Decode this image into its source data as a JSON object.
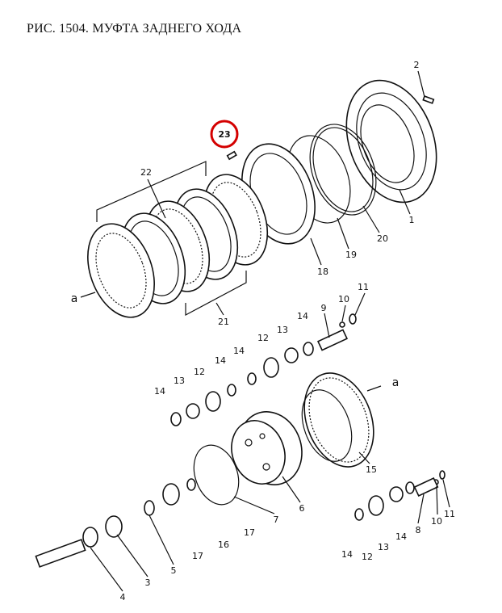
{
  "title": "РИС. 1504. МУФТА ЗАДНЕГО ХОДА",
  "highlight_color": "#d40000",
  "callouts": [
    "2",
    "23",
    "22",
    "1",
    "20",
    "19",
    "18",
    "a",
    "21",
    "9",
    "10",
    "11",
    "14",
    "13",
    "12",
    "14",
    "14",
    "12",
    "13",
    "14",
    "a",
    "15",
    "6",
    "7",
    "17",
    "16",
    "17",
    "5",
    "3",
    "4",
    "8",
    "10",
    "11",
    "14",
    "13",
    "12",
    "14"
  ]
}
